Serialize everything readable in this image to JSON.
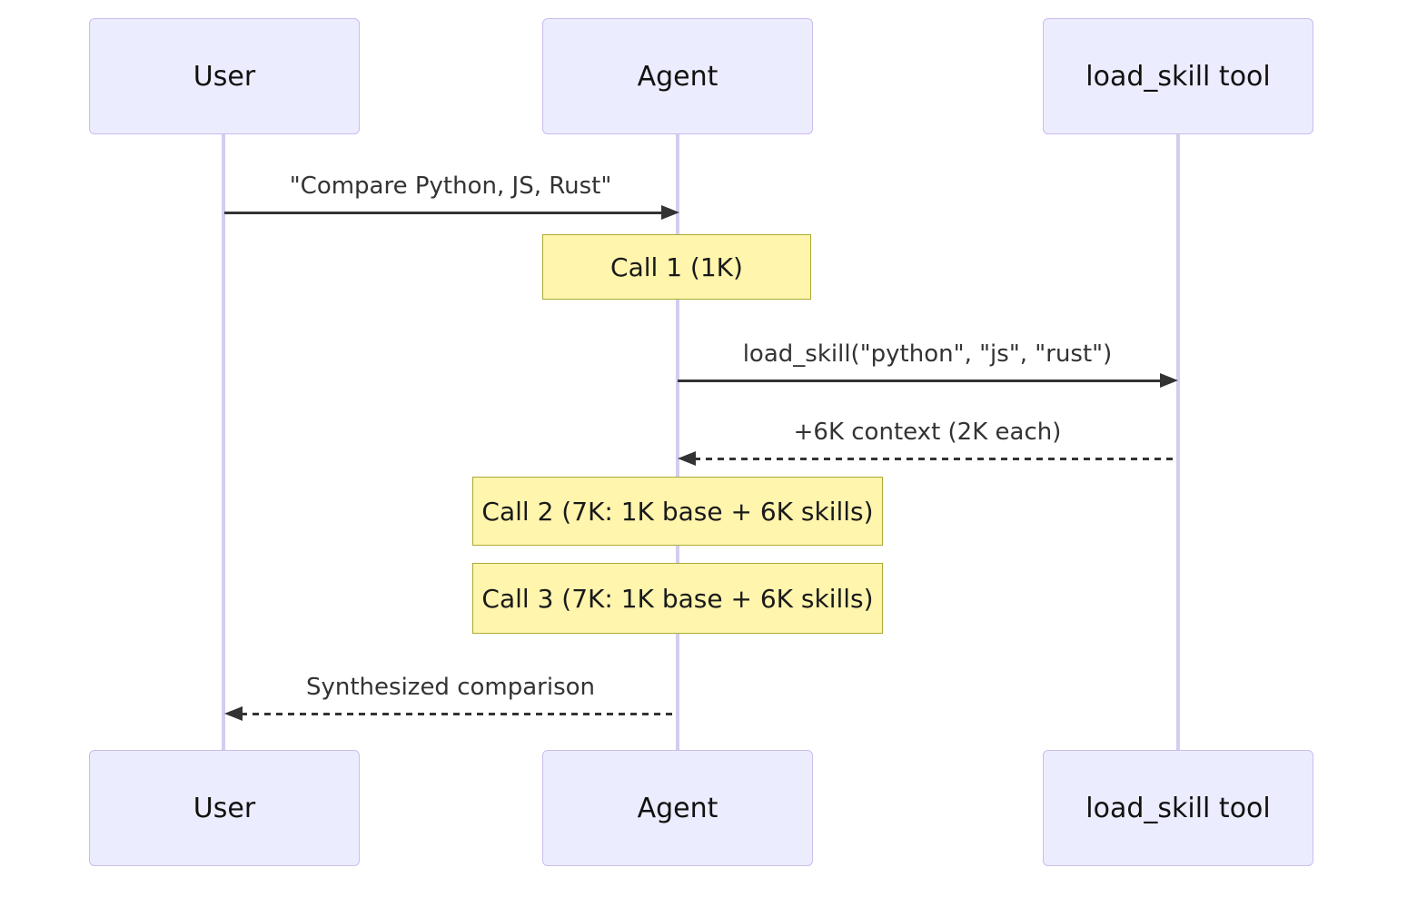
{
  "diagram": {
    "type": "sequence-diagram",
    "actors": [
      {
        "label": "User"
      },
      {
        "label": "Agent"
      },
      {
        "label": "load_skill tool"
      }
    ],
    "messages": [
      {
        "label": "\"Compare Python, JS, Rust\"",
        "from": "User",
        "to": "Agent",
        "line": "solid"
      },
      {
        "label": "load_skill(\"python\", \"js\", \"rust\")",
        "from": "Agent",
        "to": "load_skill tool",
        "line": "solid"
      },
      {
        "label": "+6K context (2K each)",
        "from": "load_skill tool",
        "to": "Agent",
        "line": "dashed"
      },
      {
        "label": "Synthesized comparison",
        "from": "Agent",
        "to": "User",
        "line": "dashed"
      }
    ],
    "notes": [
      {
        "label": "Call 1 (1K)",
        "over": "Agent"
      },
      {
        "label": "Call 2 (7K: 1K base + 6K skills)",
        "over": "Agent"
      },
      {
        "label": "Call 3 (7K: 1K base + 6K skills)",
        "over": "Agent"
      }
    ],
    "colors": {
      "actor_fill": "#ECECFF",
      "actor_border": "#CCBCEE",
      "lifeline": "#D5CCEF",
      "note_fill": "#FFF5AD",
      "note_border": "#AAAA33",
      "arrow": "#333333",
      "message_text": "#333333",
      "actor_text": "#111111",
      "background": "#FFFFFF"
    }
  }
}
